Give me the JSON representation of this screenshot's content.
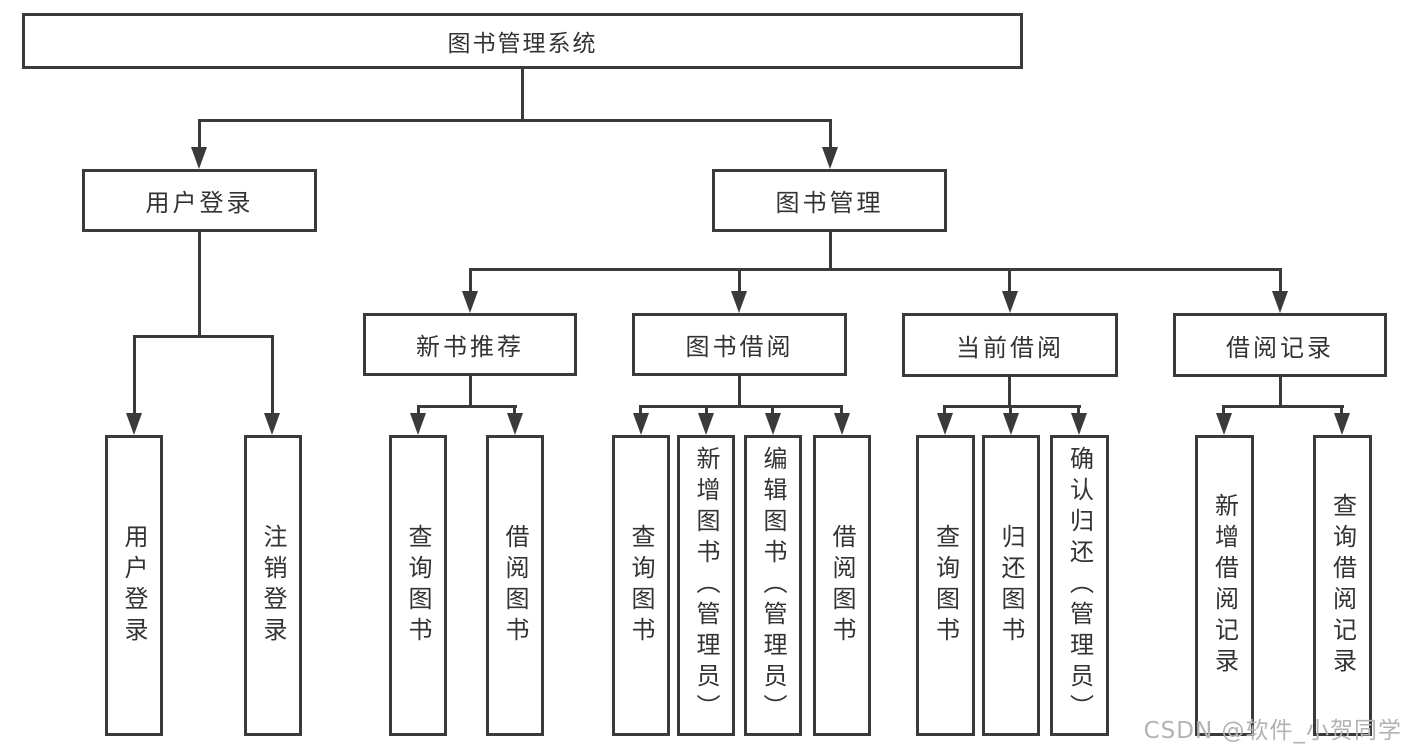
{
  "diagram": {
    "root": {
      "label": "图书管理系统",
      "children": [
        {
          "label": "用户登录",
          "children": [
            {
              "label": "用户登录"
            },
            {
              "label": "注销登录"
            }
          ]
        },
        {
          "label": "图书管理",
          "children": [
            {
              "label": "新书推荐",
              "children": [
                {
                  "label": "查询图书"
                },
                {
                  "label": "借阅图书"
                }
              ]
            },
            {
              "label": "图书借阅",
              "children": [
                {
                  "label": "查询图书"
                },
                {
                  "label": "新增图书（管理员）"
                },
                {
                  "label": "编辑图书（管理员）"
                },
                {
                  "label": "借阅图书"
                }
              ]
            },
            {
              "label": "当前借阅",
              "children": [
                {
                  "label": "查询图书"
                },
                {
                  "label": "归还图书"
                },
                {
                  "label": "确认归还（管理员）"
                }
              ]
            },
            {
              "label": "借阅记录",
              "children": [
                {
                  "label": "新增借阅记录"
                },
                {
                  "label": "查询借阅记录"
                }
              ]
            }
          ]
        }
      ]
    }
  },
  "watermark": {
    "text": "CSDN @软件_小贺同学"
  },
  "colors": {
    "line": "#3a3a3a",
    "box_border": "#3a3a3a",
    "box_fill": "#ffffff",
    "text": "#333333",
    "watermark": "#b3b3b3",
    "background": "#ffffff"
  }
}
